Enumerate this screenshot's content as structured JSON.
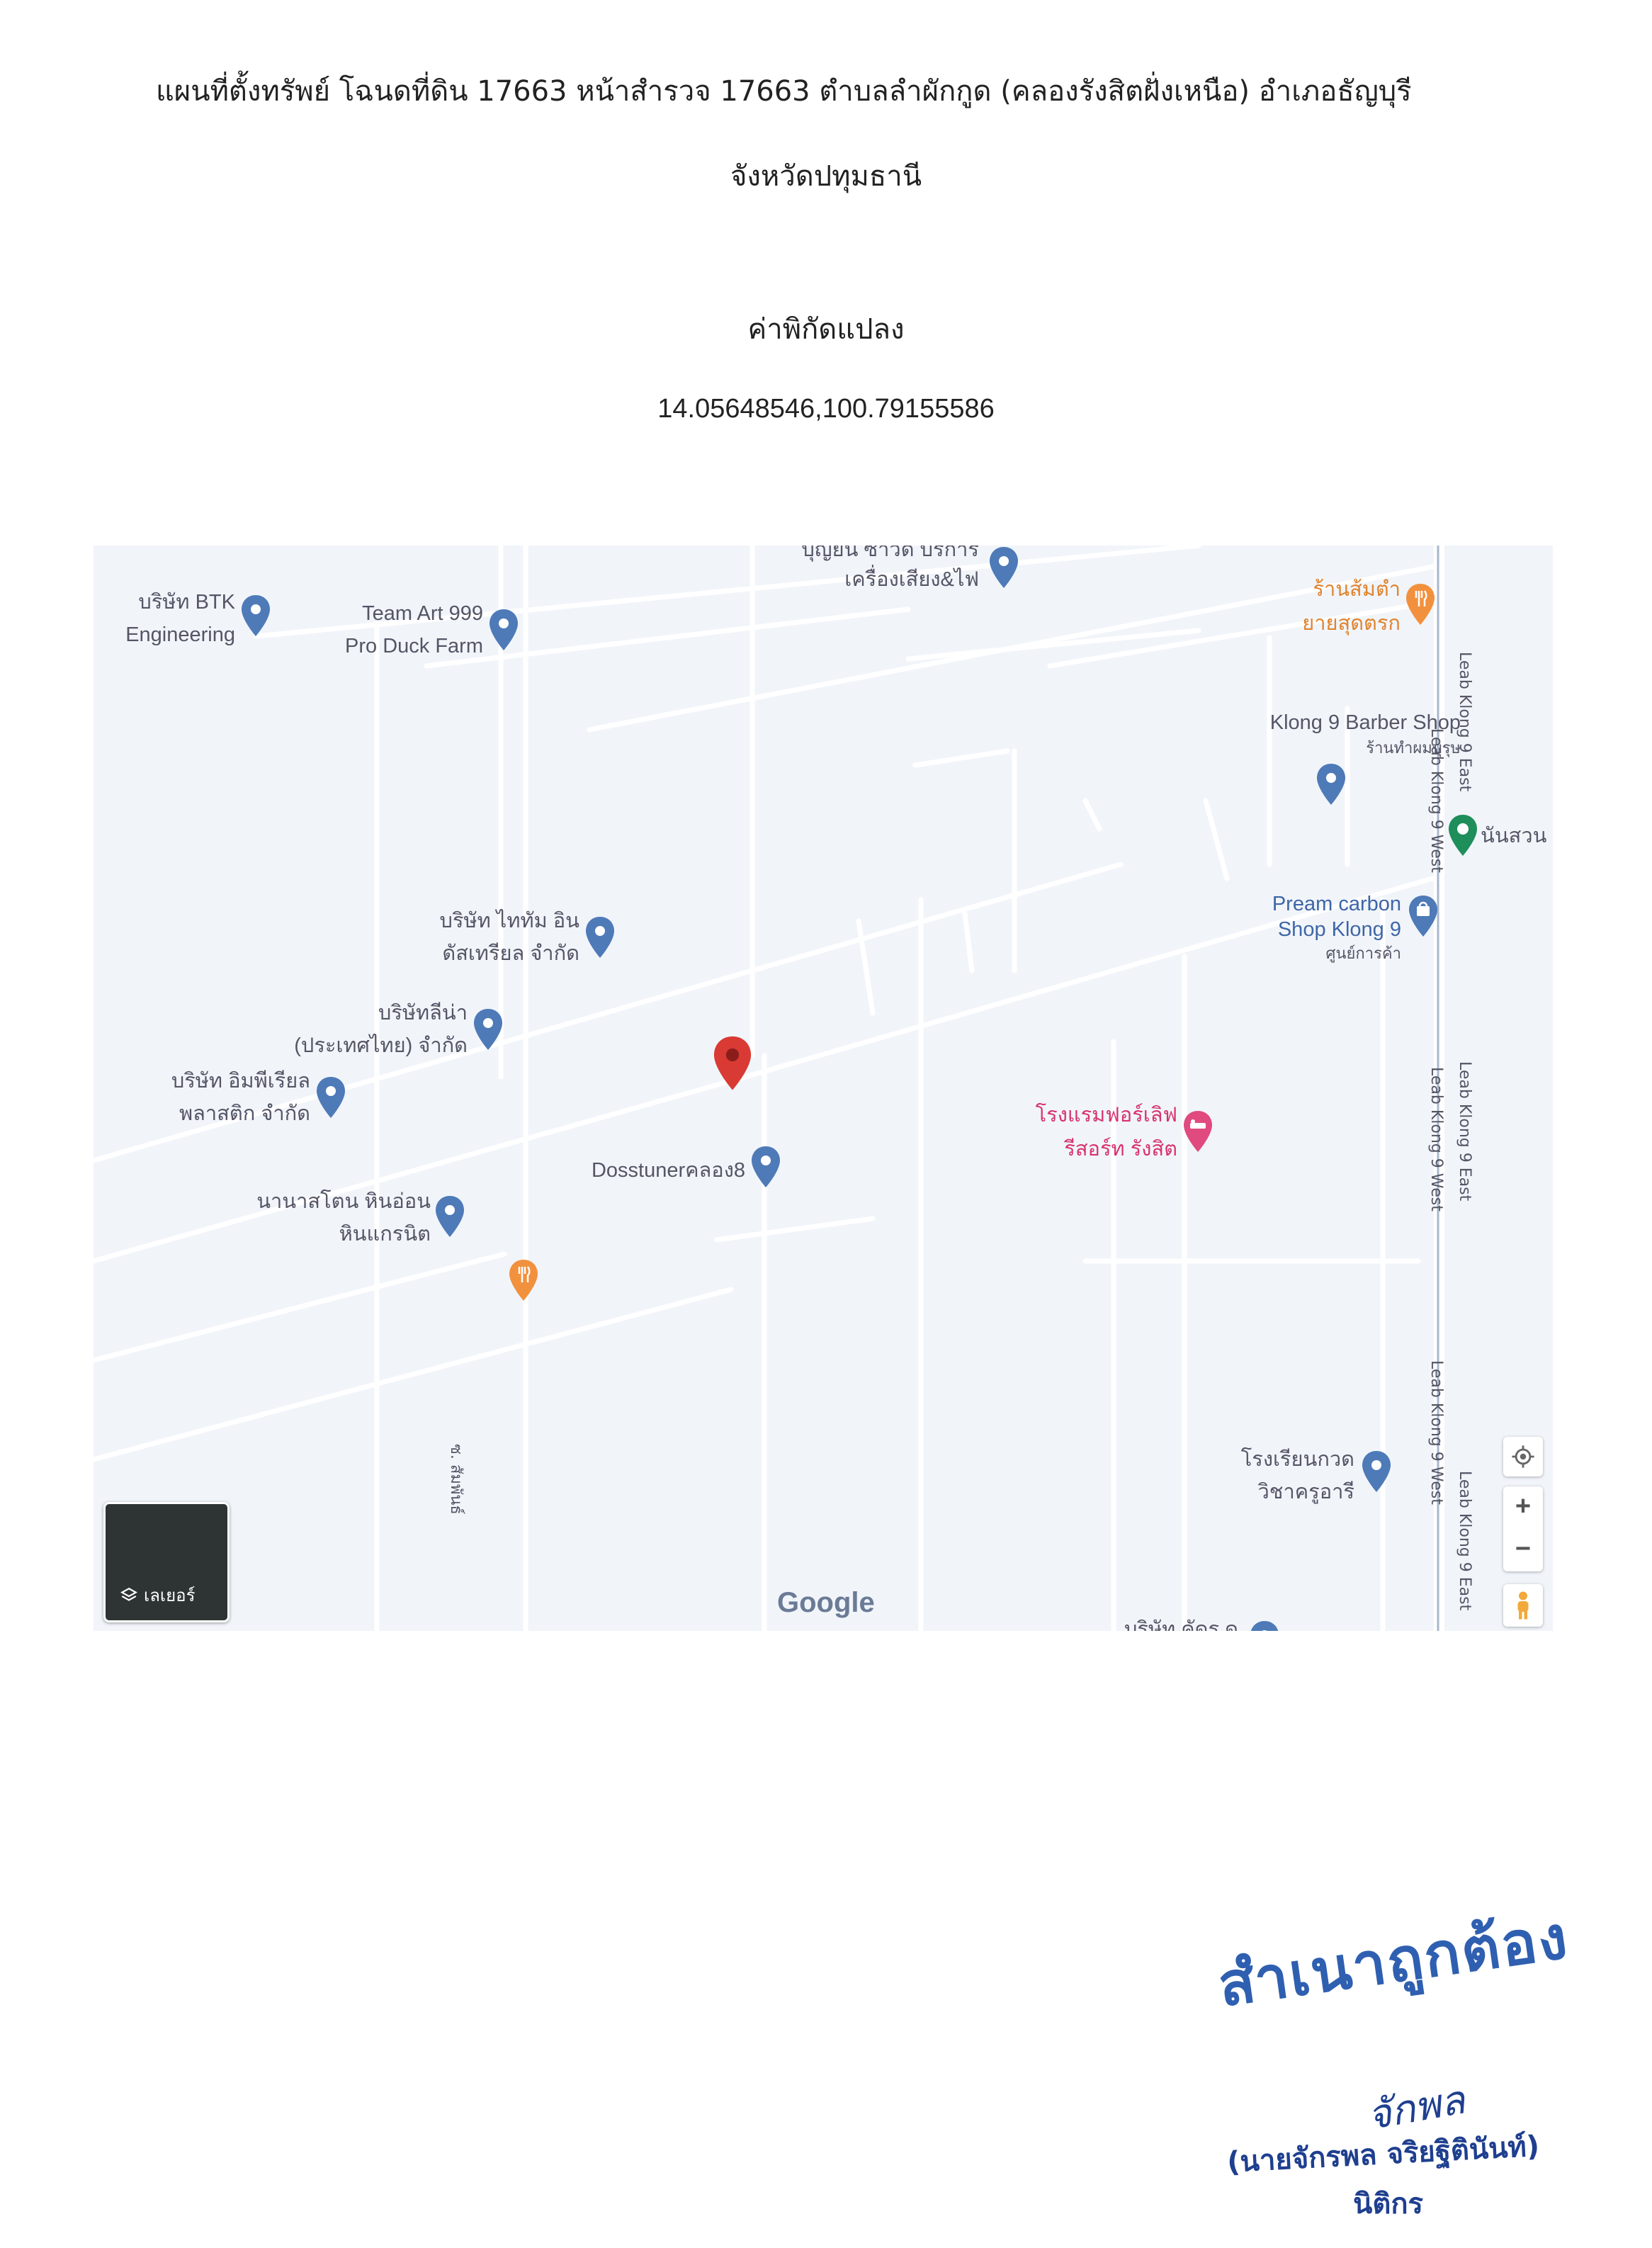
{
  "header": {
    "title_line1": "แผนที่ตั้งทรัพย์  โฉนดที่ดิน 17663  หน้าสำรวจ 17663  ตำบลลำผักกูด (คลองรังสิตฝั่งเหนือ) อำเภอธัญบุรี",
    "title_line2": "จังหวัดปทุมธานี",
    "coord_heading": "ค่าพิกัดแปลง",
    "coord_value": "14.05648546,100.79155586"
  },
  "map": {
    "places": {
      "top_cut": "บุญยืน ซาวด์ บริการ",
      "sound_light": "เครื่องเสียง&ไฟ",
      "btk_1": "บริษัท BTK",
      "btk_2": "Engineering",
      "teamart_1": "Team Art 999",
      "teamart_2": "Pro Duck Farm",
      "somtam_1": "ร้านส้มตำ",
      "somtam_2": "ยายสุดตรก",
      "barber_1": "Klong 9 Barber Shop",
      "barber_2": "ร้านทำผมบุรุษ",
      "nansuan": "นันสวน",
      "pream_1": "Pream carbon",
      "pream_2": "Shop Klong 9",
      "pream_3": "ศูนย์การค้า",
      "thaitam_1": "บริษัท ไททัม อิน",
      "thaitam_2": "ดัสเทรียล จำกัด",
      "lina_1": "บริษัทลีน่า",
      "lina_2": "(ประเทศไทย) จำกัด",
      "imperial_1": "บริษัท อิมพีเรียล",
      "imperial_2": "พลาสติก จำกัด",
      "dosstuner": "Dosstunerคลอง8",
      "hotel_1": "โรงแรมฟอร์เลิฟ",
      "hotel_2": "รีสอร์ท รังสิต",
      "nanastone_1": "นานาสโตน หินอ่อน",
      "nanastone_2": "หินแกรนิต",
      "school_1": "โรงเรียนกวด",
      "school_2": "วิชาครูอารี",
      "bottom_cut": "บริษัท คัดร ด"
    },
    "roads": {
      "east": "Leab Klong 9 East",
      "west": "Leab Klong 9 West",
      "soi": "ซ. สัมพันธ์"
    },
    "layer_label": "เลเยอร์",
    "zoom_in": "+",
    "zoom_out": "−",
    "google_logo": "Google",
    "icons": [
      "map-pin-icon",
      "restaurant-icon",
      "hotel-icon",
      "shopping-icon",
      "park-icon",
      "locate-icon",
      "layers-icon",
      "pegman-icon"
    ],
    "colors": {
      "poi_pin": "#4e7ab8",
      "food_pin": "#f2913d",
      "hotel_pin": "#e04a7e",
      "park_pin": "#1e8e5a",
      "location_marker": "#d93a34"
    }
  },
  "annotations": {
    "stamp": "สำเนาถูกต้อง",
    "signature": "จักพล",
    "signer_name": "(นายจักรพล จริยฐิตินันท์)",
    "signer_role": "นิติกร"
  }
}
